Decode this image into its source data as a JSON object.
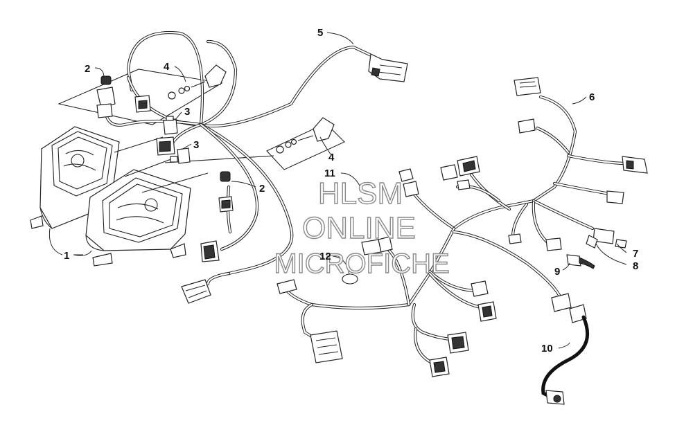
{
  "watermark": {
    "line1": "HLSM",
    "line2": "ONLINE",
    "line3": "MICROFICHE"
  },
  "callouts": [
    {
      "id": "c1",
      "label": "1"
    },
    {
      "id": "c2a",
      "label": "2"
    },
    {
      "id": "c2b",
      "label": "2"
    },
    {
      "id": "c3a",
      "label": "3"
    },
    {
      "id": "c3b",
      "label": "3"
    },
    {
      "id": "c4a",
      "label": "4"
    },
    {
      "id": "c4b",
      "label": "4"
    },
    {
      "id": "c5",
      "label": "5"
    },
    {
      "id": "c6",
      "label": "6"
    },
    {
      "id": "c7",
      "label": "7"
    },
    {
      "id": "c8",
      "label": "8"
    },
    {
      "id": "c9",
      "label": "9"
    },
    {
      "id": "c10",
      "label": "10"
    },
    {
      "id": "c11",
      "label": "11"
    },
    {
      "id": "c12",
      "label": "12"
    }
  ]
}
